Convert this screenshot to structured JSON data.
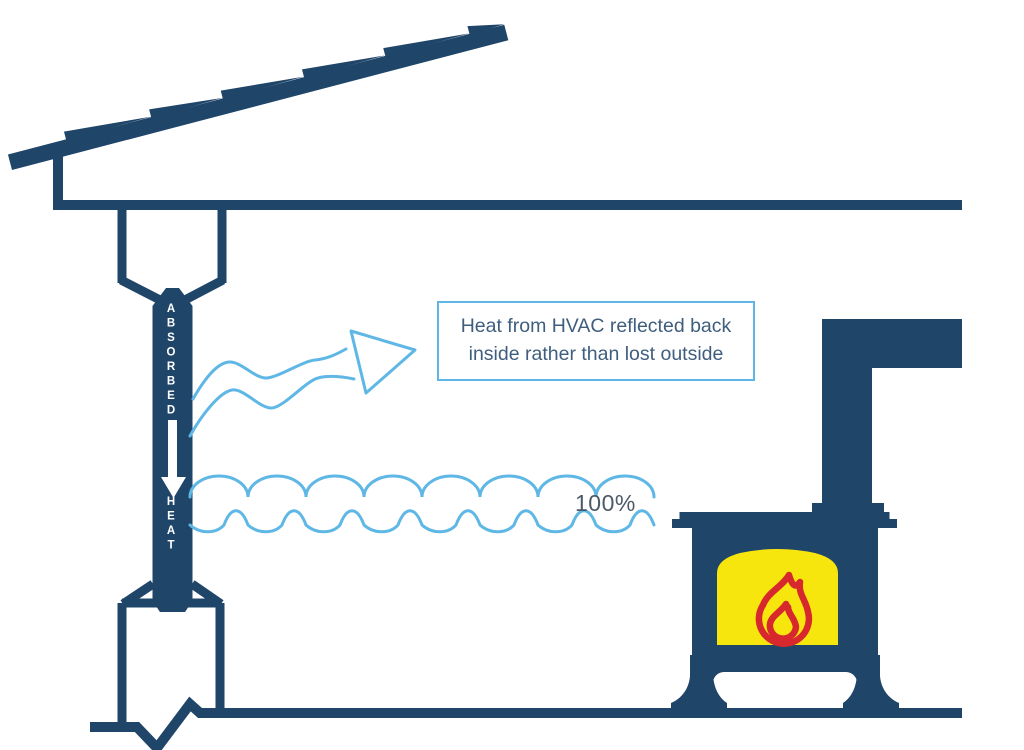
{
  "diagram": {
    "description_visible_text_only": "house cross-section heat diagram",
    "duct": {
      "absorbed_label": "ABSORBED",
      "heat_label": "HEAT"
    },
    "callout": {
      "line1": "Heat from HVAC reflected back",
      "line2": "inside rather than lost outside"
    },
    "heat_waves": {
      "percent_label": "100%"
    },
    "icons": [
      "wavy-arrow-icon",
      "heat-wave-lines-icon",
      "down-arrow-icon",
      "flame-icon"
    ],
    "colors": {
      "navy": "#1f4569",
      "light_blue": "#5fb7e5",
      "yellow": "#f7e50e",
      "red": "#d7282e",
      "callout_text": "#3f5e7e",
      "percent_text": "#4c5a68",
      "white": "#ffffff"
    }
  }
}
